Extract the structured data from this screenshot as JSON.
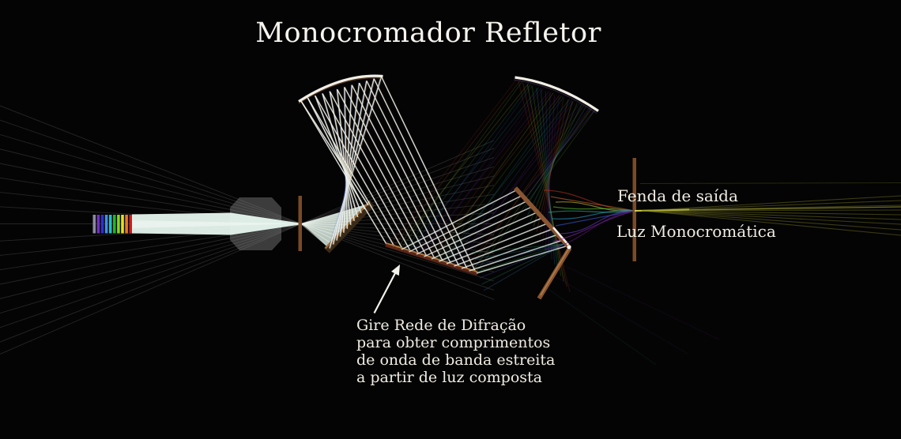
{
  "title": "Monocromador Refletor",
  "labels": {
    "exit_slit": "Fenda de saída",
    "output_light": "Luz Monocromática"
  },
  "annotation": {
    "lines": [
      "Gire Rede de Difração",
      "para obter comprimentos",
      "de onda de banda estreita",
      "a partir de luz composta"
    ]
  },
  "colors": {
    "background": "#040404",
    "text": "#f0ece2",
    "ray_white": "#f2f8f2",
    "ray_faint": "#aaaaaa",
    "beam": "#e6f7ee",
    "beam_core": "#ffffff",
    "mirror_surface": "#f2efe6",
    "mirror_shadow": "#8a5a30",
    "mount_brown": "#8a5530",
    "mount_dark": "#3a2a18",
    "mount_highlight": "#a9743d",
    "slit_brown": "#7a4a26",
    "grating_face": "#5a2517",
    "grating_edge": "#b5793f",
    "lens_gray": "#3c3c3c",
    "output_olive": "#8a8a2a",
    "output_bright": "#d8d848",
    "output_mid": "#b2b23a",
    "fringe_warm": "#c08030",
    "fringe_cool": "#4060c0",
    "arrow": "#f2f2ea"
  },
  "spectrum_stripes": [
    "#8a8aa0",
    "#7030c0",
    "#3030d0",
    "#4090e8",
    "#20c0c8",
    "#20b820",
    "#80d820",
    "#e8e020",
    "#e87820",
    "#d81818"
  ],
  "dispersion_colors": [
    "#b03020",
    "#cc6828",
    "#c8c838",
    "#5cc030",
    "#28b888",
    "#2898c8",
    "#3858d0",
    "#6838c0",
    "#8828b0",
    "#58187a"
  ]
}
